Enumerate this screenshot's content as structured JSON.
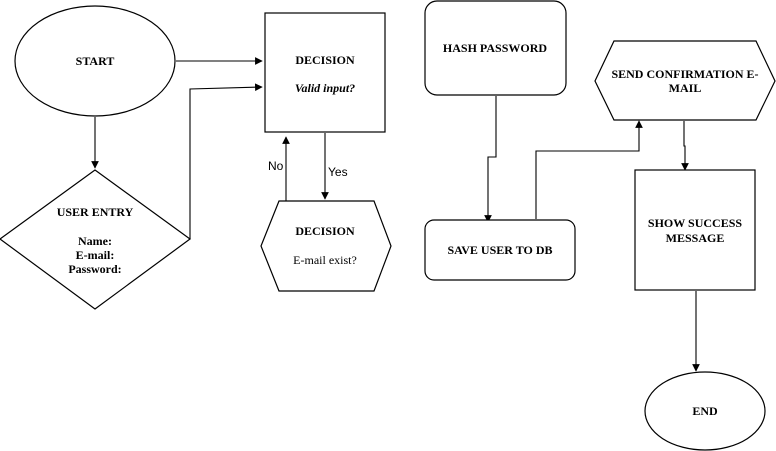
{
  "nodes": {
    "start": {
      "label": "START"
    },
    "decision_valid": {
      "title": "DECISION",
      "question": "Valid input?"
    },
    "hash_password": {
      "label": "HASH PASSWORD"
    },
    "send_confirmation": {
      "line1": "SEND CONFIRMATION E-",
      "line2": "MAIL"
    },
    "user_entry": {
      "title": "USER ENTRY",
      "field1": "Name:",
      "field2": "E-mail:",
      "field3": "Password:"
    },
    "decision_email": {
      "title": "DECISION",
      "question": "E-mail exist?"
    },
    "save_user": {
      "label": "SAVE USER TO DB"
    },
    "show_success": {
      "line1": "SHOW SUCCESS",
      "line2": "MESSAGE"
    },
    "end": {
      "label": "END"
    }
  },
  "edge_labels": {
    "no": "No",
    "yes": "Yes"
  }
}
